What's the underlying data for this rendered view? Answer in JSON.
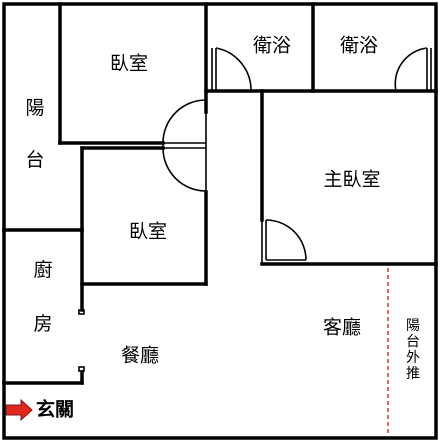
{
  "rooms": {
    "bedroom_top": "臥室",
    "bath_left": "衛浴",
    "bath_right": "衛浴",
    "balcony_left": [
      "陽",
      "台"
    ],
    "master_bedroom": "主臥室",
    "bedroom_mid": "臥室",
    "kitchen": [
      "廚",
      "房"
    ],
    "dining": "餐廳",
    "living": "客廳",
    "balcony_ext": [
      "陽",
      "台",
      "外",
      "推"
    ],
    "entrance": "玄關"
  },
  "colors": {
    "wall": "#000000",
    "entrance_arrow": "#e0281f",
    "balcony_dash": "#e0281f"
  }
}
